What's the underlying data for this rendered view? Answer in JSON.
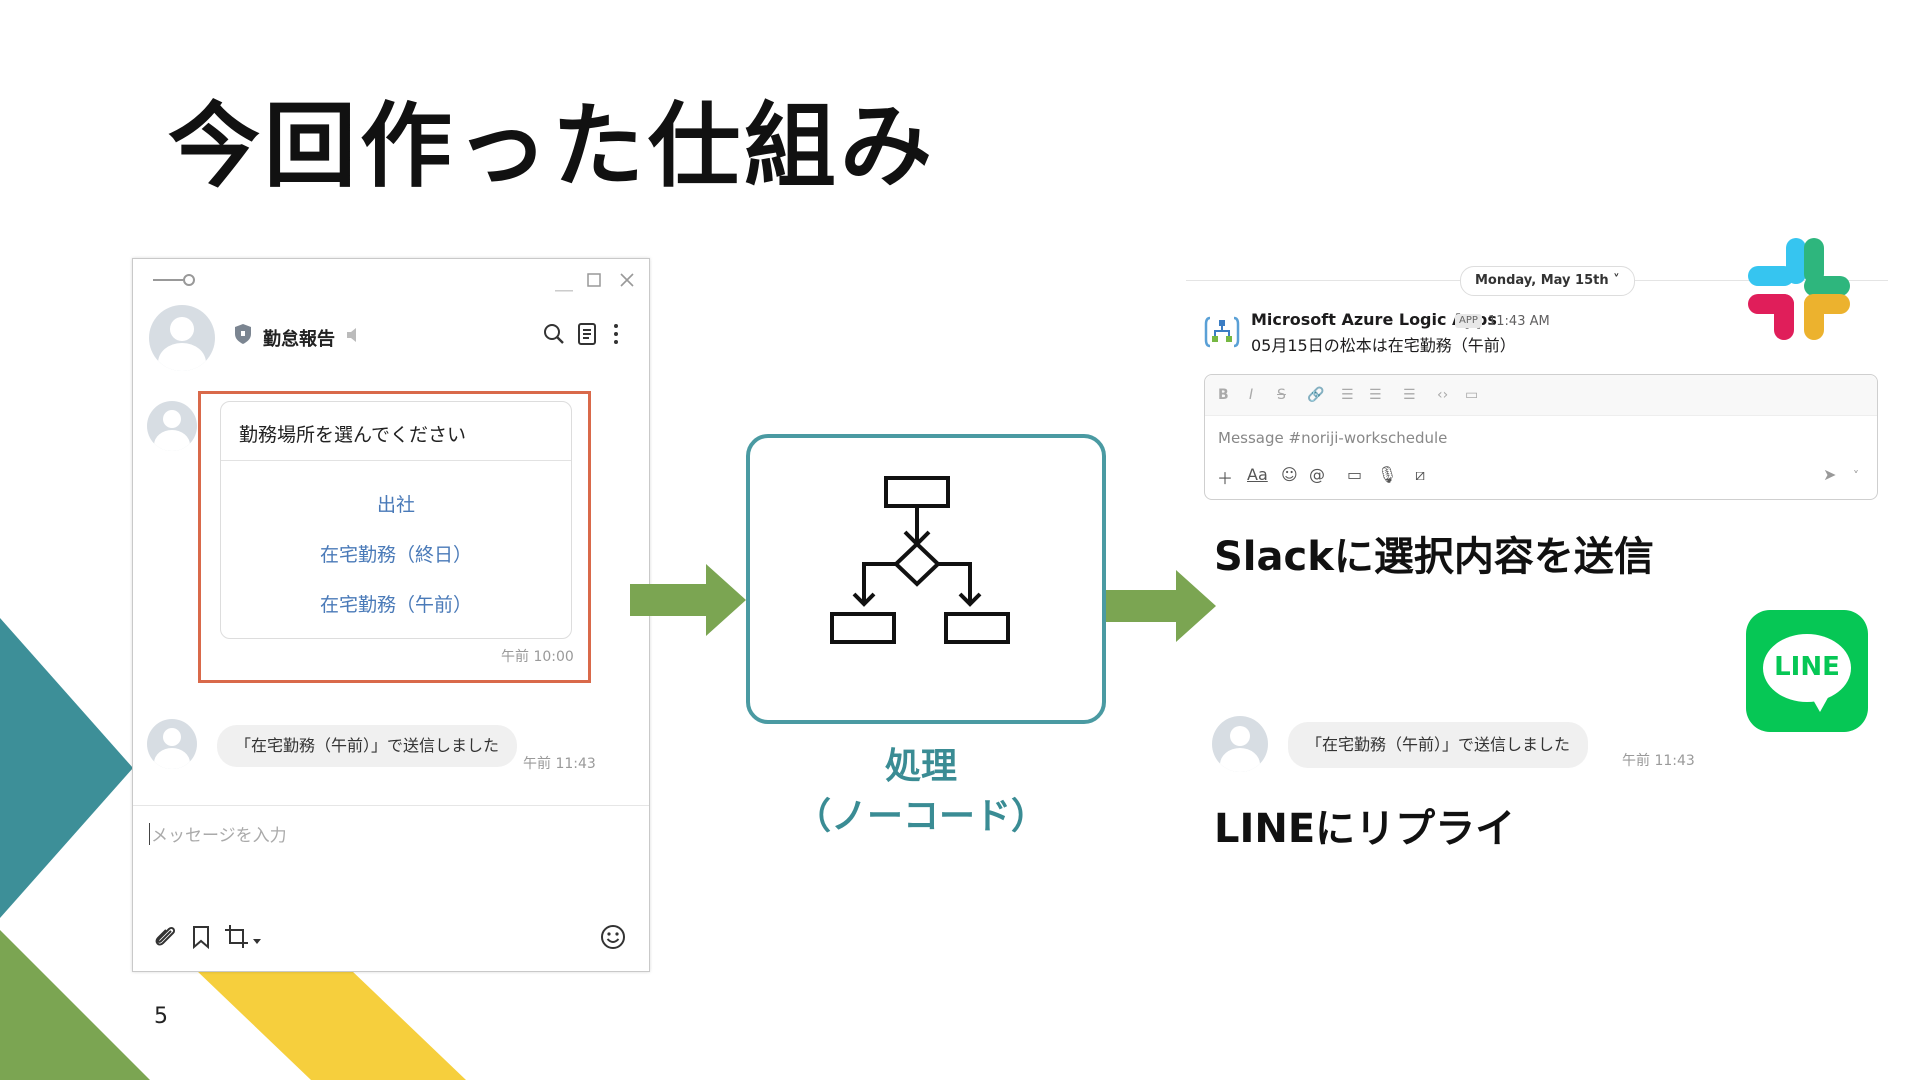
{
  "slide": {
    "title": "今回作った仕組み",
    "page_number": "5"
  },
  "colors": {
    "teal": "#3d8f98",
    "green": "#7ba552",
    "yellow": "#f6cf3d",
    "card_border": "#d9694a",
    "option_text": "#4a7ab8",
    "process_border": "#4a9aa2"
  },
  "lineworks": {
    "room_name": "勤怠報告",
    "card": {
      "question": "勤務場所を選んでください",
      "options": [
        "出社",
        "在宅勤務（終日）",
        "在宅勤務（午前）"
      ],
      "time": "午前 10:00"
    },
    "sent_message": "「在宅勤務（午前）」で送信しました",
    "sent_time": "午前 11:43",
    "input_placeholder": "メッセージを入力"
  },
  "process": {
    "label_line1": "処理",
    "label_line2": "（ノーコード）"
  },
  "slack": {
    "date_pill": "Monday, May 15th",
    "app_name": "Microsoft Azure Logic Apps",
    "app_tag": "APP",
    "time": "11:43 AM",
    "message": "05月15日の松本は在宅勤務（午前）",
    "composer_placeholder": "Message #noriji-workschedule",
    "caption": "Slackに選択内容を送信"
  },
  "line": {
    "logo_text": "LINE",
    "reply_message": "「在宅勤務（午前）」で送信しました",
    "reply_time": "午前 11:43",
    "caption": "LINEにリプライ"
  }
}
